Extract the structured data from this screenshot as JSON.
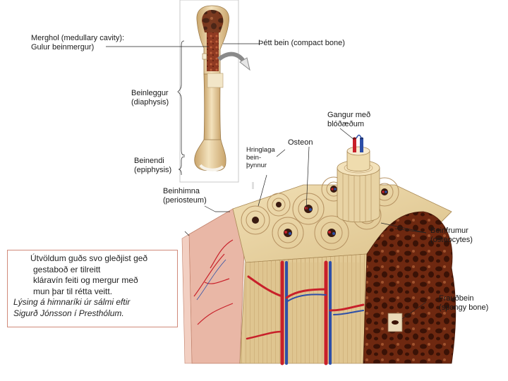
{
  "labels": {
    "medullary": [
      "Merghol (medullary cavity):",
      "Gulur beinmergur)"
    ],
    "compact": "Þétt bein (compact bone)",
    "diaphysis": [
      "Beinleggur",
      "(diaphysis)"
    ],
    "vessels": [
      "Gangur með",
      "blóðæðum"
    ],
    "osteon": "Osteon",
    "lamellae": [
      "Hringlaga",
      "bein-",
      "þynnur"
    ],
    "epiphysis": [
      "Beinendi",
      "(epiphysis)"
    ],
    "periosteum": [
      "Beinhimna",
      "(periosteum)"
    ],
    "osteocytes": [
      "Beinfrumur",
      "(osteocytes)"
    ],
    "spongy": [
      "Frauðbein",
      "(spongy bone)"
    ]
  },
  "quote": {
    "lines": [
      "Útvöldum guðs svo gleðjist geð",
      "gestaboð er tilreitt",
      "kláravín feiti og mergur með",
      "mun þar til rétta veitt.",
      "Lýsing á himnaríki úr sálmi eftir",
      "Sigurð Jónsson í Presthólum."
    ]
  },
  "colors": {
    "bone": "#e6cf9e",
    "bone_dark": "#c9a46a",
    "marrow": "#8f3a22",
    "spongy": "#7a2e14",
    "artery": "#c8202a",
    "vein": "#2d4fa8",
    "periosteum": "#e9b7a6",
    "box_border": "#d08a7a"
  }
}
